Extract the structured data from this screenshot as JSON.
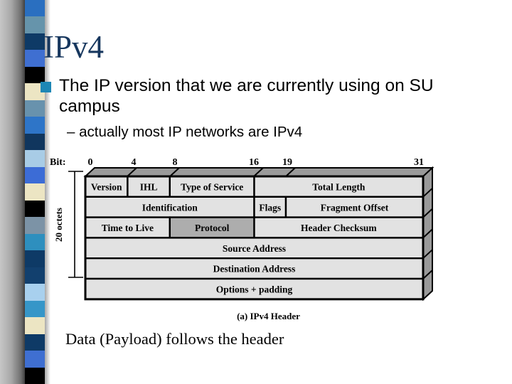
{
  "slide": {
    "title": "IPv4",
    "title_color": "#17375E",
    "bullet": {
      "marker_color": "#1D87B5",
      "text": "The IP version that we are currently using on SU campus"
    },
    "sub_bullet": "– actually most IP networks are IPv4",
    "footer_note": "Data (Payload) follows the header"
  },
  "sidebar": {
    "square_colors": [
      "#2a6fc0",
      "#6694ab",
      "#0e3a66",
      "#3f6fd1",
      "#000000",
      "#ece5c3",
      "#6892ad",
      "#2e75c8",
      "#10365e",
      "#a8cce6",
      "#3c6cd6",
      "#ece5c3",
      "#000000",
      "#7c93a6",
      "#2e8fbe",
      "#0e3a66",
      "#12406e",
      "#a8d0ee",
      "#3696c8",
      "#ece5c3",
      "#0e3a66",
      "#3f6fd1",
      "#000000"
    ]
  },
  "diagram": {
    "bit_axis_label": "Bit:",
    "bit_ticks": [
      "0",
      "4",
      "8",
      "16",
      "19",
      "31"
    ],
    "bracket_label": "20 octets",
    "caption": "(a) IPv4 Header",
    "colors": {
      "cell_fill": "#E2E2E2",
      "highlight_fill": "#ADADAD",
      "face_fill": "#9A9A9A",
      "border": "#000000"
    },
    "rows": [
      {
        "cells": [
          {
            "label": "Version"
          },
          {
            "label": "IHL"
          },
          {
            "label": "Type of Service"
          },
          {
            "label": "Total Length"
          }
        ]
      },
      {
        "cells": [
          {
            "label": "Identification"
          },
          {
            "label": "Flags"
          },
          {
            "label": "Fragment Offset"
          }
        ]
      },
      {
        "cells": [
          {
            "label": "Time to Live"
          },
          {
            "label": "Protocol"
          },
          {
            "label": "Header Checksum"
          }
        ]
      },
      {
        "cells": [
          {
            "label": "Source Address"
          }
        ]
      },
      {
        "cells": [
          {
            "label": "Destination Address"
          }
        ]
      },
      {
        "cells": [
          {
            "label": "Options + padding"
          }
        ]
      }
    ]
  }
}
